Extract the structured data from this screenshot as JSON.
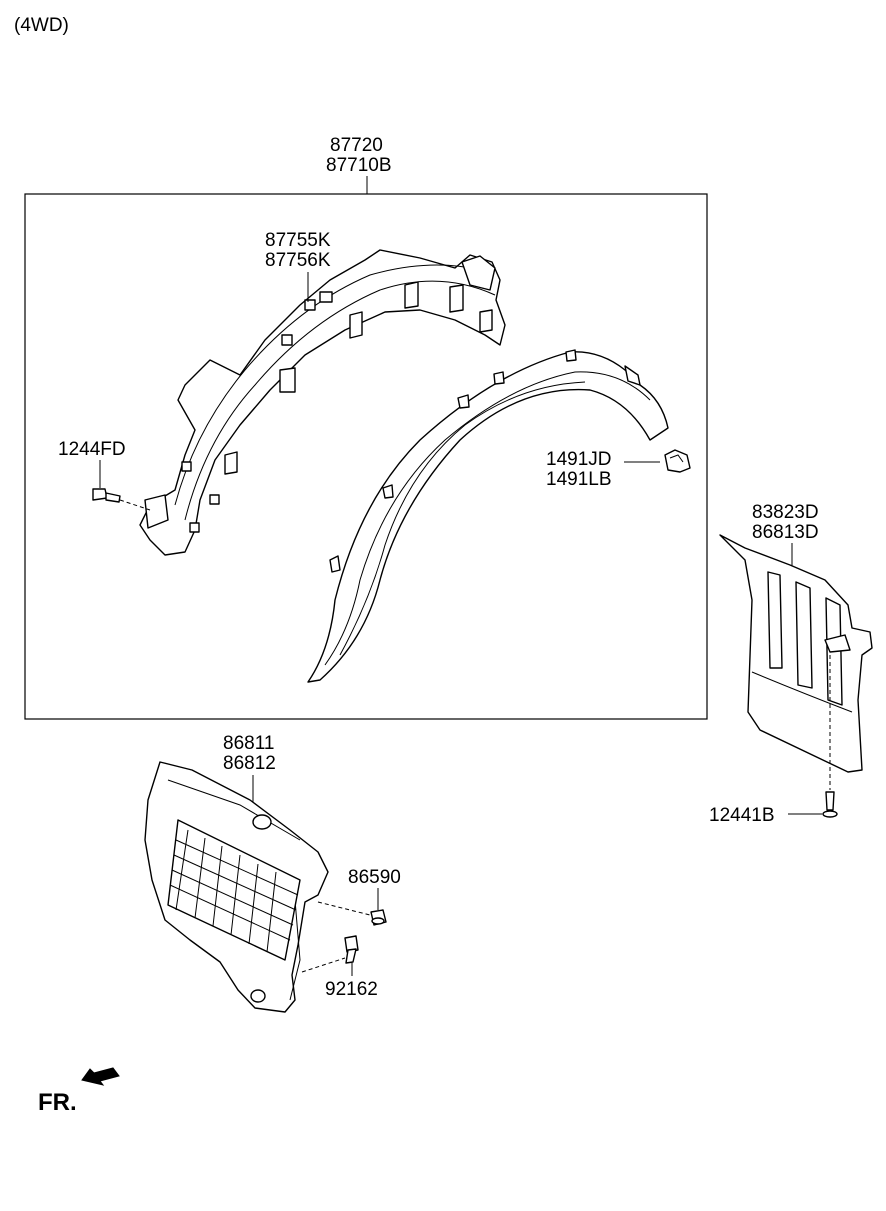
{
  "variant": "(4WD)",
  "assembly": {
    "numbers": [
      "87720",
      "87710B"
    ]
  },
  "labels": {
    "guard_bracket": [
      "87755K",
      "87756K"
    ],
    "bolt_front": "1244FD",
    "clip": [
      "1491JD",
      "1491LB"
    ],
    "mud_guard": [
      "83823D",
      "86813D"
    ],
    "screw_mud_guard": "12441B",
    "inner_cover": [
      "86811",
      "86812"
    ],
    "nut": "86590",
    "screw_inner": "92162"
  },
  "direction": "FR."
}
